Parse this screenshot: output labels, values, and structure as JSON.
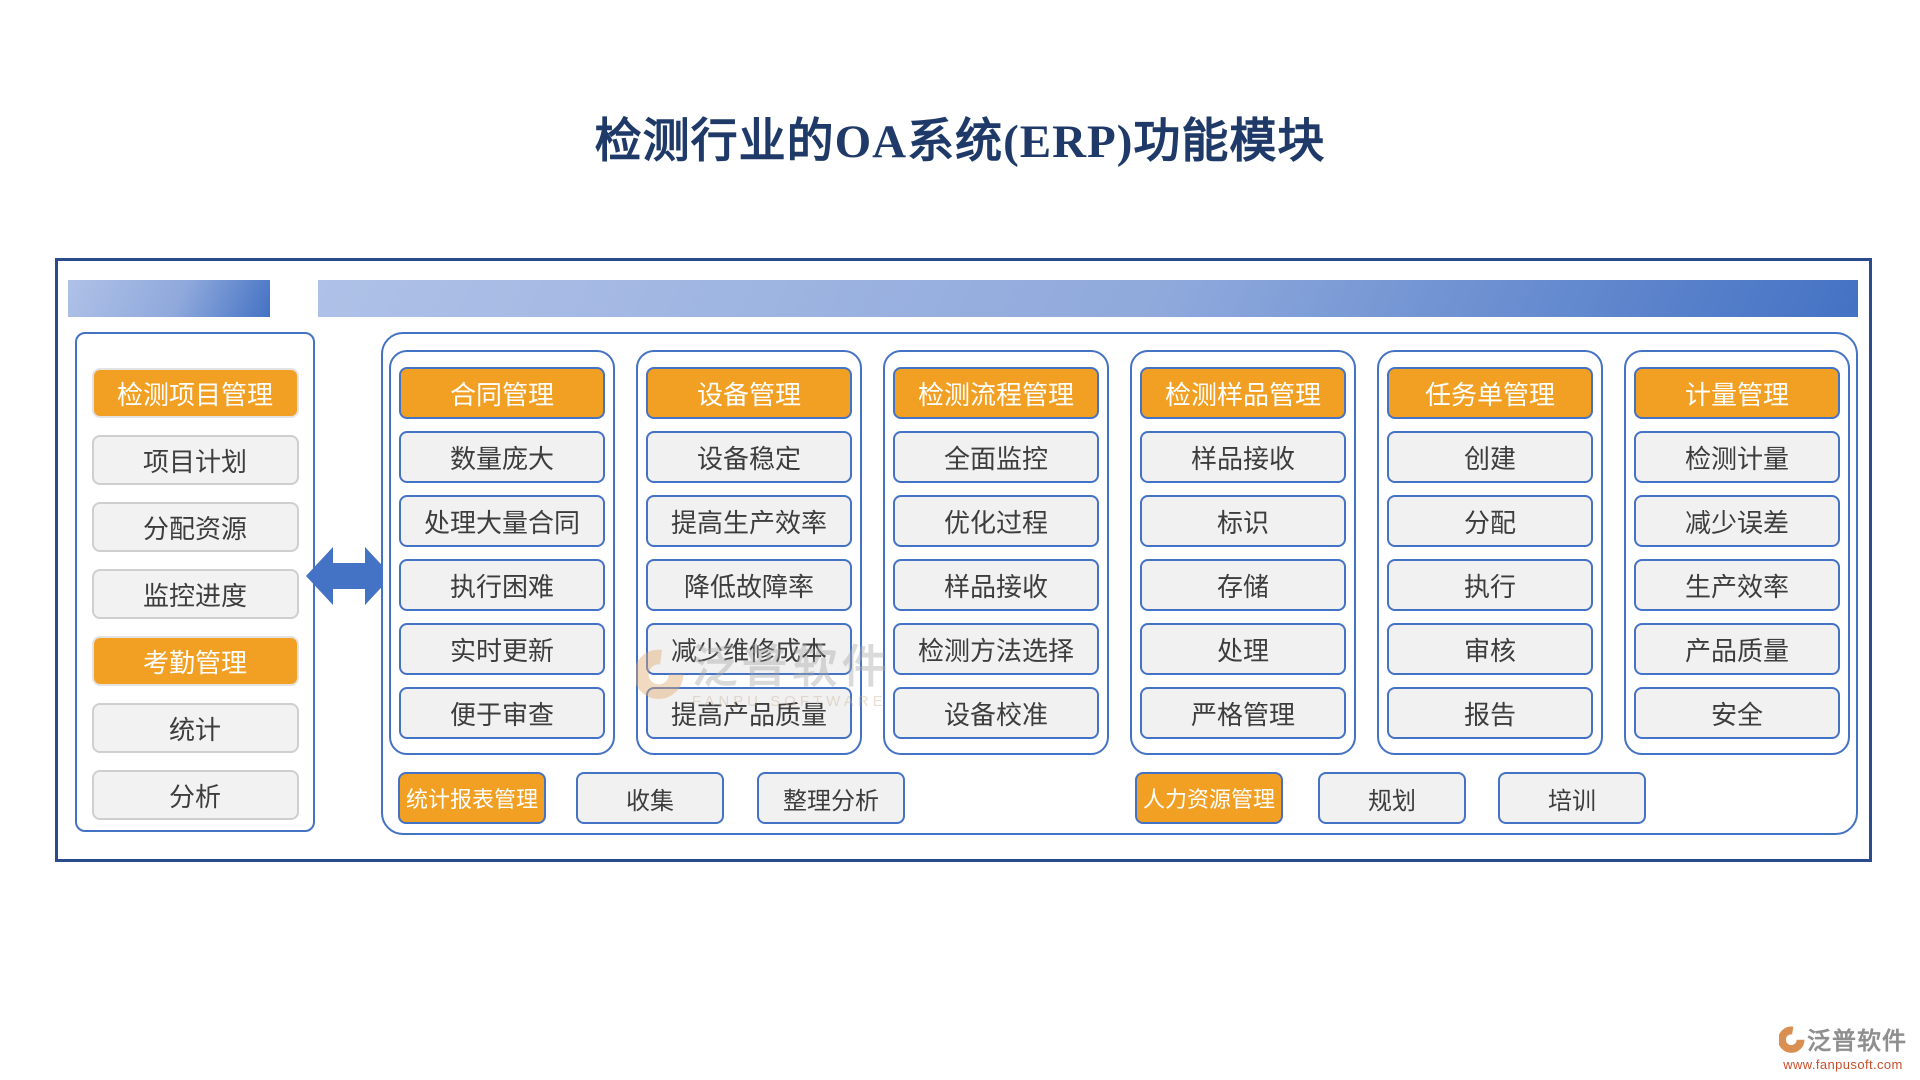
{
  "title": "检测行业的OA系统(ERP)功能模块",
  "sidebar": {
    "items": [
      {
        "label": "检测项目管理",
        "type": "orange"
      },
      {
        "label": "项目计划",
        "type": "gray"
      },
      {
        "label": "分配资源",
        "type": "gray"
      },
      {
        "label": "监控进度",
        "type": "gray"
      },
      {
        "label": "考勤管理",
        "type": "orange"
      },
      {
        "label": "统计",
        "type": "gray"
      },
      {
        "label": "分析",
        "type": "gray"
      }
    ]
  },
  "main": {
    "columns": [
      {
        "header": "合同管理",
        "items": [
          "数量庞大",
          "处理大量合同",
          "执行困难",
          "实时更新",
          "便于审查"
        ]
      },
      {
        "header": "设备管理",
        "items": [
          "设备稳定",
          "提高生产效率",
          "降低故障率",
          "减少维修成本",
          "提高产品质量"
        ]
      },
      {
        "header": "检测流程管理",
        "items": [
          "全面监控",
          "优化过程",
          "样品接收",
          "检测方法选择",
          "设备校准"
        ]
      },
      {
        "header": "检测样品管理",
        "items": [
          "样品接收",
          "标识",
          "存储",
          "处理",
          "严格管理"
        ]
      },
      {
        "header": "任务单管理",
        "items": [
          "创建",
          "分配",
          "执行",
          "审核",
          "报告"
        ]
      },
      {
        "header": "计量管理",
        "items": [
          "检测计量",
          "减少误差",
          "生产效率",
          "产品质量",
          "安全"
        ]
      }
    ],
    "footer": [
      {
        "label": "统计报表管理",
        "type": "orange"
      },
      {
        "label": "收集",
        "type": "gray"
      },
      {
        "label": "整理分析",
        "type": "gray"
      },
      {
        "label": "人力资源管理",
        "type": "orange"
      },
      {
        "label": "规划",
        "type": "gray"
      },
      {
        "label": "培训",
        "type": "gray"
      }
    ]
  },
  "watermark": {
    "brand": "泛普软件",
    "brand_en": "FANPU SOFTWARE"
  },
  "footer_logo": {
    "brand": "泛普软件",
    "url": "www.fanpusoft.com"
  },
  "colors": {
    "accent_orange": "#F2A024",
    "border_blue": "#4472C4",
    "outer_border_navy": "#2B4C8C",
    "title_navy": "#1F3A68",
    "button_gray": "#F1F1F1",
    "logo_red": "#C94F2B"
  }
}
